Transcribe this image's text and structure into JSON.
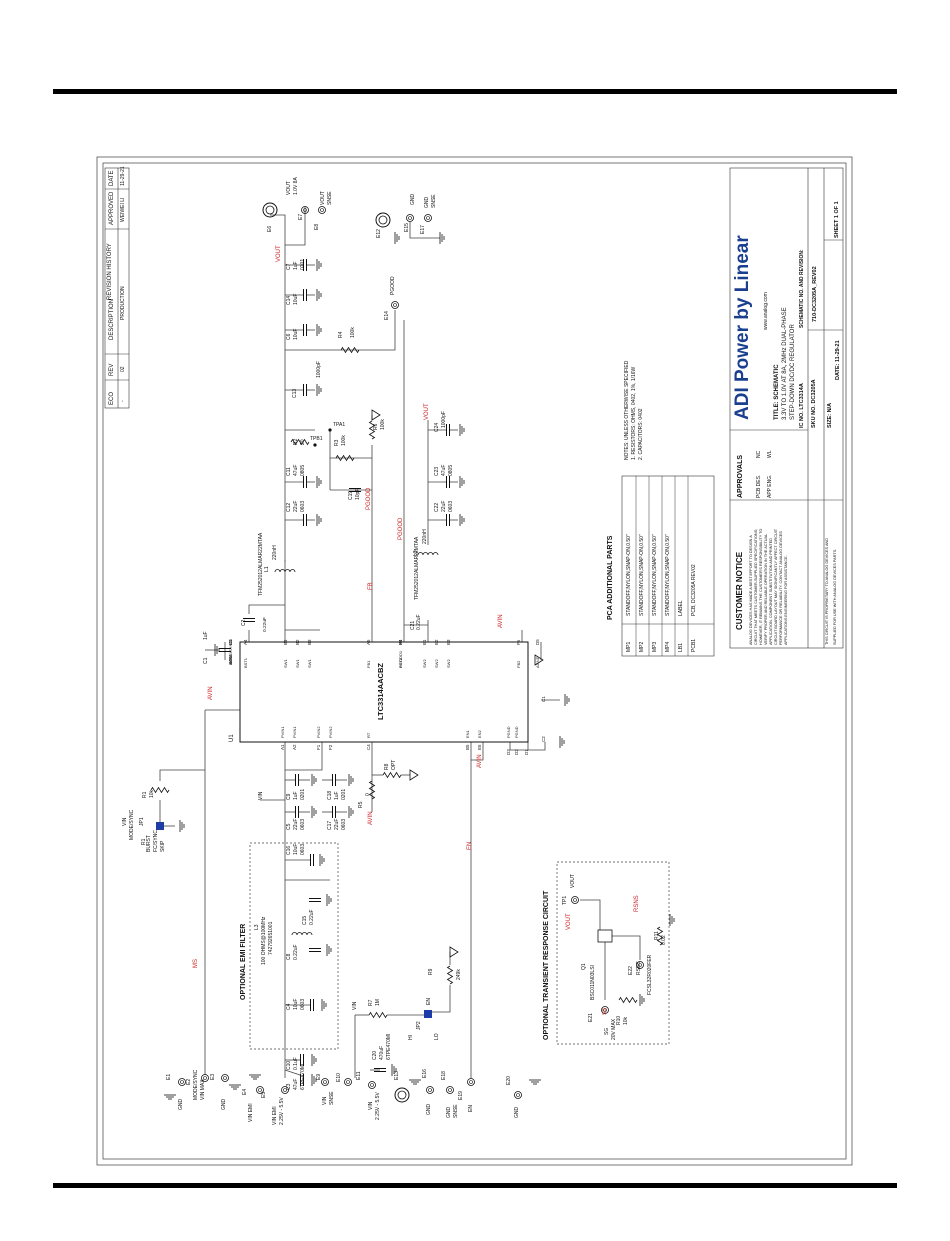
{
  "colors": {
    "ink": "#111111",
    "net": "#cc2222",
    "wire": "#444444",
    "frame": "#555555",
    "logo": "#1b3f8f",
    "jumper": "#1e3ca8"
  },
  "revision": {
    "title": "REVISION HISTORY",
    "headers": {
      "eco": "ECO",
      "rev": "REV",
      "description": "DESCRIPTION",
      "approved": "APPROVED",
      "date": "DATE"
    },
    "row": {
      "eco": "-",
      "rev": "02",
      "description": "PRODUCTION",
      "approved": "WEIWEI LI",
      "date": "11-29-21"
    }
  },
  "title_block": {
    "company": "ADI Power by Linear",
    "website": "www.analog.com",
    "title_label": "TITLE: SCHEMATIC",
    "title_line1": "3.3V TO 1.0V AT 8A, 2MHz DUAL-PHASE",
    "title_line2": "STEP-DOWN DC/DC REGULATOR",
    "ic_no": "IC NO.   LTC3314A",
    "schematic_label": "SCHEMATIC NO. AND REVISION:",
    "schematic_no": "710-DC3205A_REV02",
    "sku": "SKU NO.  DC3205A",
    "size": "SIZE:  N/A",
    "date": "DATE:  11-29-21",
    "sheet": "SHEET   1   OF   1"
  },
  "approvals": {
    "title": "APPROVALS",
    "pcb_des": "PCB DES.",
    "pcb_des_val": "NC",
    "app_eng": "APP ENG.",
    "app_eng_val": "WL"
  },
  "customer_notice": {
    "title": "CUSTOMER NOTICE",
    "lines": [
      "ANALOG DEVICES HAS MADE A BEST EFFORT TO DESIGN A",
      "CIRCUIT THAT MEETS CUSTOMER-SUPPLIED SPECIFICATIONS;",
      "HOWEVER, IT REMAINS THE CUSTOMER'S RESPONSIBILITY TO",
      "VERIFY PROPER AND RELIABLE OPERATION IN THE ACTUAL",
      "APPLICATION. COMPONENT SUBSTITUTION AND PRINTED",
      "CIRCUIT BOARD LAYOUT MAY SIGNIFICANTLY AFFECT CIRCUIT",
      "PERFORMANCE OR RELIABILITY. CONTACT ANALOG DEVICES",
      "APPLICATIONS ENGINEERING FOR ASSISTANCE."
    ],
    "proprietary_1": "THIS CIRCUIT IS PROPRIETARY TO ANALOG DEVICES AND",
    "proprietary_2": "SUPPLIED FOR USE WITH ANALOG DEVICES PARTS."
  },
  "notes": {
    "line1": "NOTES: UNLESS OTHERWISE SPECIFIED",
    "line2": "1. RESISTORS: OHMS, 0402, 1%, 1/16W",
    "line3": "2. CAPACITORS: 0402"
  },
  "pca": {
    "title": "PCA ADDITIONAL PARTS",
    "rows": [
      {
        "ref": "MP1",
        "desc": "STANDOFF,NYLON,SNAP-ON,0.50\""
      },
      {
        "ref": "MP2",
        "desc": "STANDOFF,NYLON,SNAP-ON,0.50\""
      },
      {
        "ref": "MP3",
        "desc": "STANDOFF,NYLON,SNAP-ON,0.50\""
      },
      {
        "ref": "MP4",
        "desc": "STANDOFF,NYLON,SNAP-ON,0.50\""
      },
      {
        "ref": "LB1",
        "desc": "LABEL"
      },
      {
        "ref": "PCB1",
        "desc": "PCB, DC3205A     REV02"
      }
    ]
  },
  "ic": {
    "ref": "U1",
    "part": "LTC3314AACBZ"
  },
  "sections": {
    "emi": "OPTIONAL EMI FILTER",
    "transient": "OPTIONAL TRANSIENT RESPONSE CIRCUIT"
  },
  "nets": {
    "ms": "MS",
    "avin": "AVIN",
    "vin": "VIN",
    "vout": "VOUT",
    "fb": "FB",
    "pgood": "PGOOD",
    "en": "EN",
    "rsns": "RSNS",
    "sg": "SG"
  },
  "terminals": {
    "e1": "E1",
    "gnd": "GND",
    "e2": "E2",
    "modesync": "MODE/SYNC",
    "vinmax": "VIN MAX",
    "e3": "E3",
    "e4": "E4",
    "vinemi": "VIN EMI",
    "e5": "E5",
    "vin_range": "2.25V - 5.5V",
    "e9": "E9",
    "vin": "VIN",
    "snse": "SNSE",
    "e10": "E10",
    "e11": "E11",
    "e13": "E13",
    "e16": "E16",
    "e18": "E18",
    "e19": "E19",
    "en": "EN",
    "e20": "E20",
    "e6": "E6",
    "vout": "VOUT",
    "vout_rating": "1.0V 8A",
    "e7": "E7",
    "e8": "E8",
    "e12": "E12",
    "e15": "E15",
    "e17": "E17",
    "e14": "E14",
    "pgood": "PGOOD",
    "tp1": "TP1",
    "e21": "E21",
    "e22": "E22",
    "rsns": "RSNS",
    "tpa1": "TPA1",
    "tpb1": "TPB1"
  },
  "jumpers": {
    "jp1": "JP1",
    "burst": "BURST",
    "fcsync": "FC/SYNC",
    "skip": "SKIP",
    "jp2": "JP2",
    "hi": "HI",
    "lo": "LO"
  },
  "components": {
    "c1": "C1",
    "c1_val": "1uF",
    "c1_pkg": "0201",
    "c2": "C2",
    "c2_val": "0.22uF",
    "l1": "L1",
    "l1_val": "220nH",
    "l1_part": "TFM252012ALMAR22MTAA",
    "l2": "L2",
    "l2_val": "220nH",
    "l2_part": "TFM252012ALMAR22MTAA",
    "c12": "C12",
    "c12_val": "22uF",
    "c12_pkg": "0603",
    "c11": "C11",
    "c11_val": "47uF",
    "c11_pkg": "0805",
    "c22": "C22",
    "c22_val": "22uF",
    "c22_pkg": "0603",
    "c23": "C23",
    "c23_val": "47uF",
    "c23_pkg": "0805",
    "c21": "C21",
    "c21_val": "0.22uF",
    "c13": "C13",
    "c13_val": "1000pF",
    "c24": "C24",
    "c24_val": "1000pF",
    "c6": "C6",
    "c6_val": "10uF",
    "c14": "C14",
    "c14_val": "10uF",
    "c7": "C7",
    "c7_val": "1uF",
    "c7_pkg": "0201",
    "r2": "R2",
    "r2_val": "20",
    "r3": "R3",
    "r3_val": "100k",
    "r4": "R4",
    "r4_val": "100k",
    "r6": "R6",
    "r6_val": "100k",
    "c19": "C19",
    "c19_val": "10pF",
    "c9": "C9",
    "c9_val": "1uF",
    "c9_pkg": "0201",
    "c5": "C5",
    "c5_val": "22uF",
    "c5_pkg": "0603",
    "c18": "C18",
    "c18_val": "1uF",
    "c18_pkg": "0201",
    "c17": "C17",
    "c17_val": "22uF",
    "c17_pkg": "0603",
    "r5": "R5",
    "r5_val": "0",
    "r8": "R8",
    "r8_val": "OPT",
    "r1": "R1",
    "r1_val": "10k",
    "c16": "C16",
    "c16_val": "10uF",
    "c16_pkg": "0603",
    "l3": "L3",
    "l3_val": "100 OHMS@100MHz",
    "l3_part": "742792651001",
    "c8": "C8",
    "c8_val": "0.22uF",
    "c15": "C15",
    "c15_val": "0.22uF",
    "c4": "C4",
    "c4_val": "10uF",
    "c4_pkg": "0603",
    "c10": "C10",
    "c10_val": "0.1uF",
    "c3": "C3",
    "c3_val": "47uF",
    "c3_part": "6TPE470MI",
    "c20": "C20",
    "c20_val": "470uF",
    "c20_part": "6TPE470MI",
    "r7": "R7",
    "r7_val": "1M",
    "r9": "R9",
    "r9_val": "249k",
    "q1": "Q1",
    "q1_part": "BSC011N03LSI",
    "r10": "R10",
    "r10_val": "10k",
    "r11": "R11",
    "r11_val": "0.02",
    "r11_part": "FCSL32R020FER",
    "sg_max": "20V MAX"
  },
  "pins": {
    "u1_d4": "D4",
    "u1_c5": "C5",
    "u1_a4": "A4",
    "u1_b1": "B1",
    "u1_b2": "B2",
    "u1_b3": "B3",
    "u1_a5": "A5",
    "u1_b4": "B4",
    "u1_f4": "F4",
    "u1_e1": "E1",
    "u1_e2": "E2",
    "u1_e3": "E3",
    "u1_f5": "F5",
    "u1_d5": "D5",
    "u1_c1": "C1",
    "u1_c2": "C2",
    "u1_a1": "A1",
    "u1_a2": "A2",
    "u1_f1": "F1",
    "u1_f2": "F2",
    "u1_c4": "C4",
    "u1_b5": "B5",
    "u1_e5": "E5",
    "u1_d1": "D1",
    "u1_d2": "D2",
    "u1_d3": "D3",
    "modesync": "MODE/SYNC",
    "avin": "AVIN",
    "bst1": "BST1",
    "sw1": "SW1",
    "fb1": "FB1",
    "pgood1": "PGOOD1",
    "bst2": "BST2",
    "sw2": "SW2",
    "fb2": "FB2",
    "pgood2": "PGOOD2",
    "agnd": "AGND",
    "pvin1": "PVIN1",
    "pvin2": "PVIN2",
    "rt": "RT",
    "en1": "EN1",
    "en2": "EN2",
    "pgnd": "PGND"
  }
}
